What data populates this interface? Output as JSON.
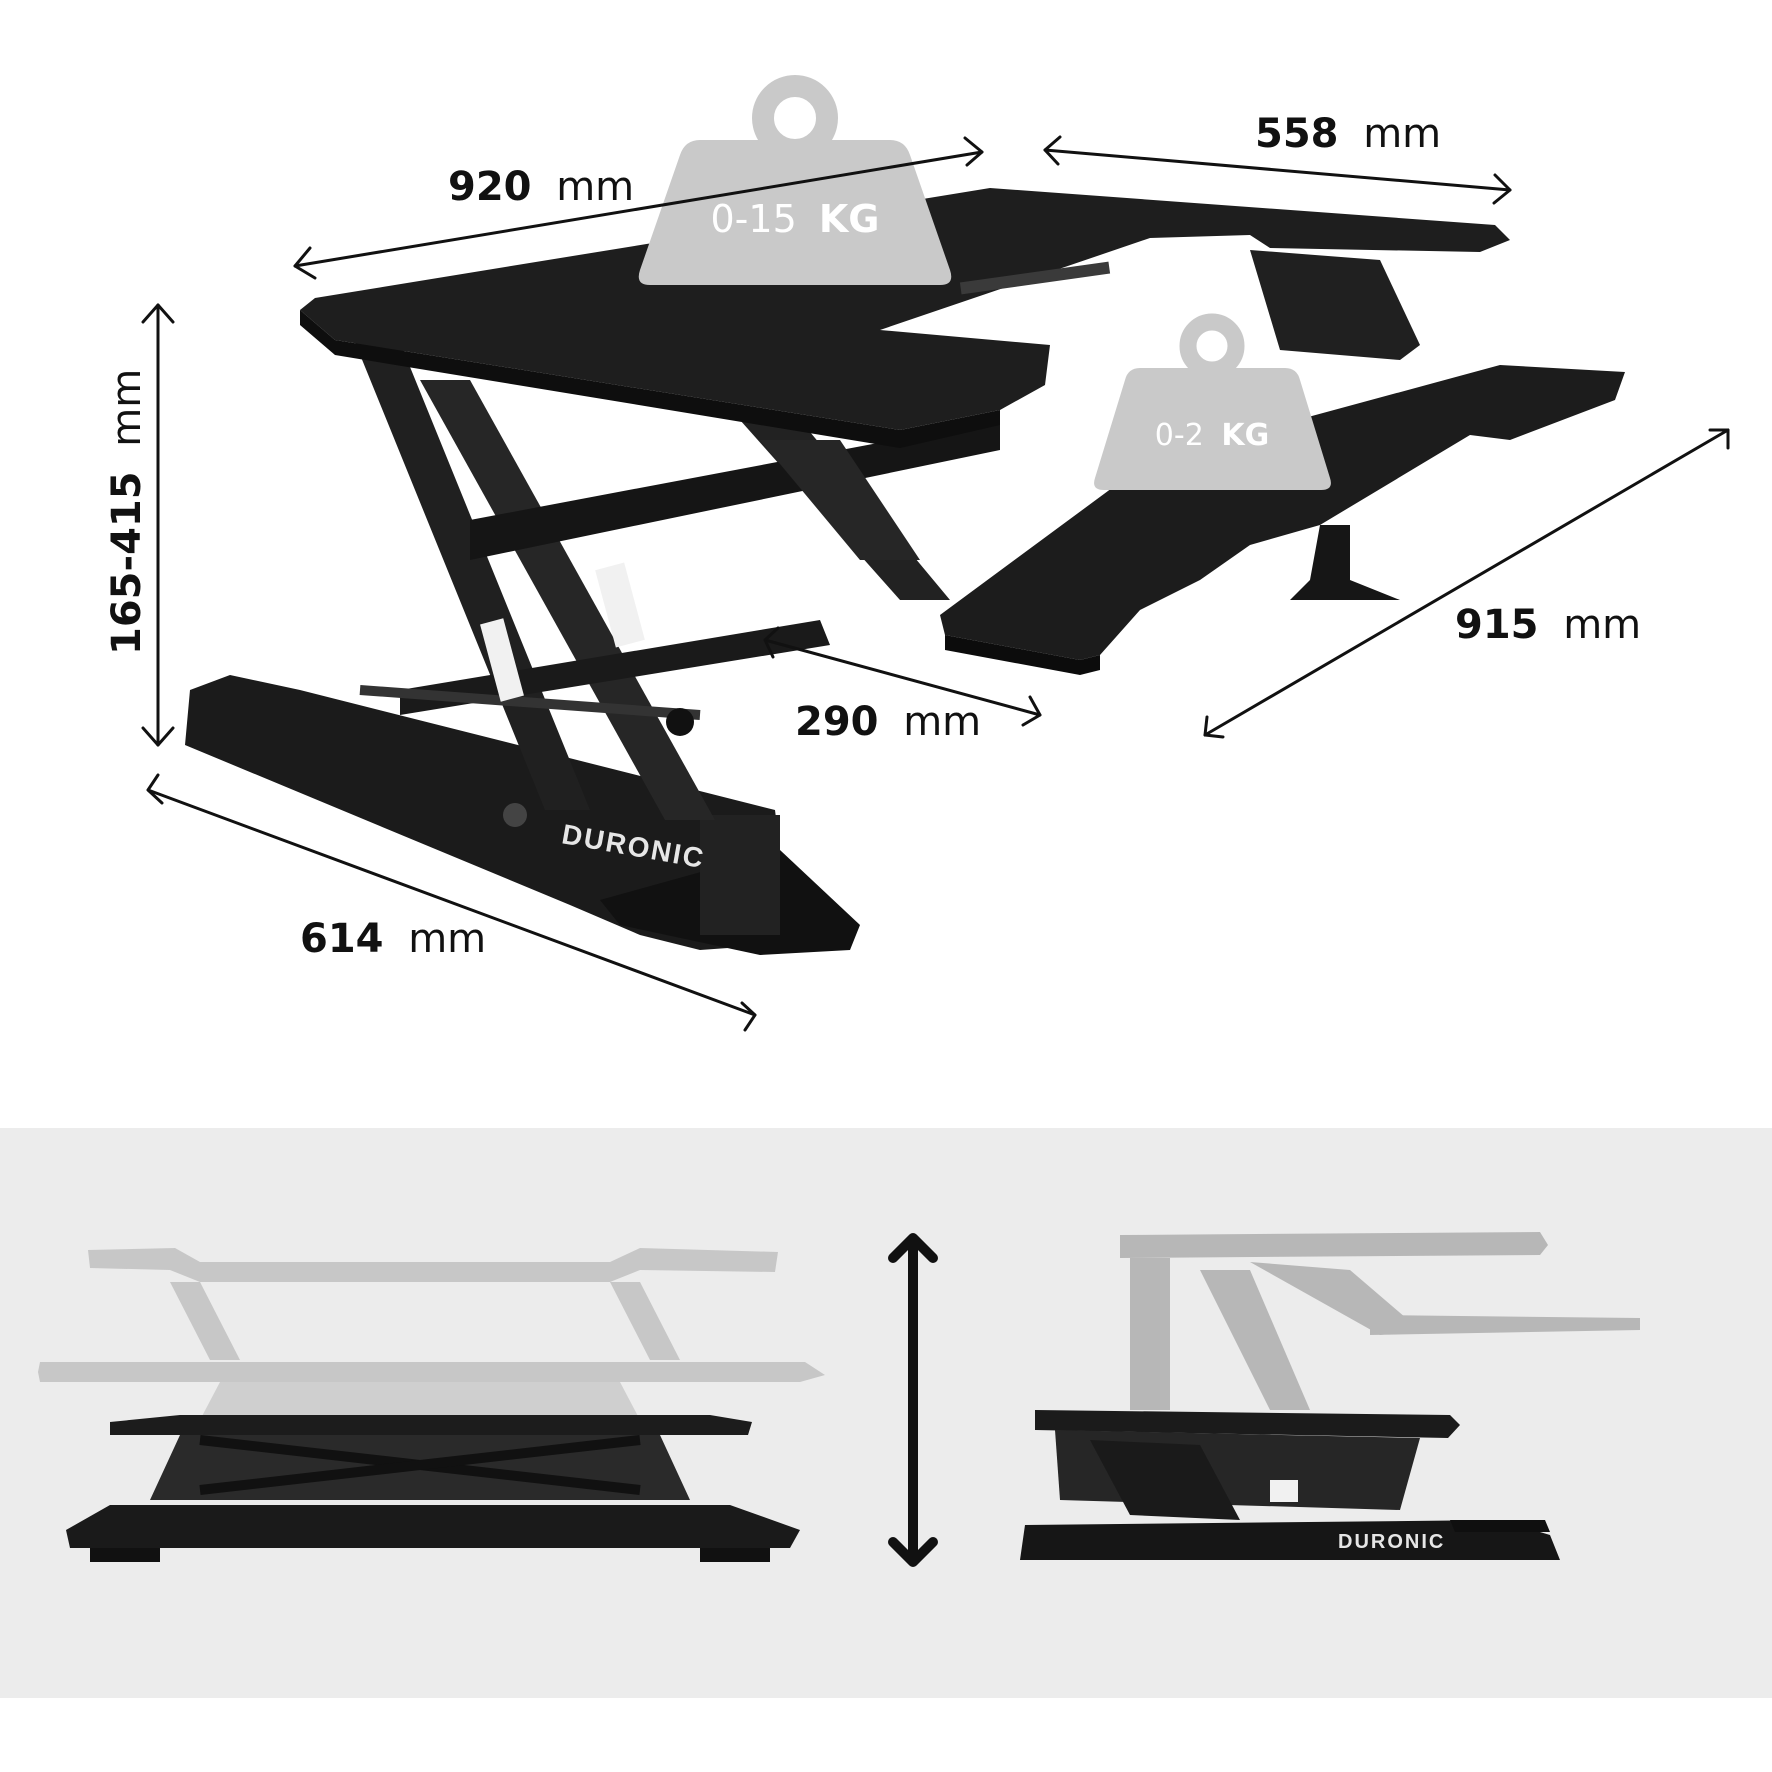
{
  "colors": {
    "background": "#ffffff",
    "bottom_panel": "#ececec",
    "desk_black": "#1b1b1b",
    "weight_icon": "#c9c9c9",
    "ghost_gray": "#a9a9a9"
  },
  "icons": {
    "weight_large": "weight-icon",
    "weight_small": "weight-icon",
    "height_arrow": "double-arrow-vertical-icon"
  },
  "dimensions": {
    "width_top": {
      "value": "920",
      "unit": "mm"
    },
    "depth_right": {
      "value": "558",
      "unit": "mm"
    },
    "height_range": {
      "value": "165-415",
      "unit": "mm"
    },
    "keyboard_depth": {
      "value": "290",
      "unit": "mm"
    },
    "keyboard_width": {
      "value": "915",
      "unit": "mm"
    },
    "base_length": {
      "value": "614",
      "unit": "mm"
    }
  },
  "weights": {
    "top_capacity": {
      "value": "0-15",
      "unit": "KG"
    },
    "keyboard_capacity": {
      "value": "0-2",
      "unit": "KG"
    }
  },
  "brand": {
    "main_logo": "DURONIC",
    "side_logo": "DURONIC"
  }
}
